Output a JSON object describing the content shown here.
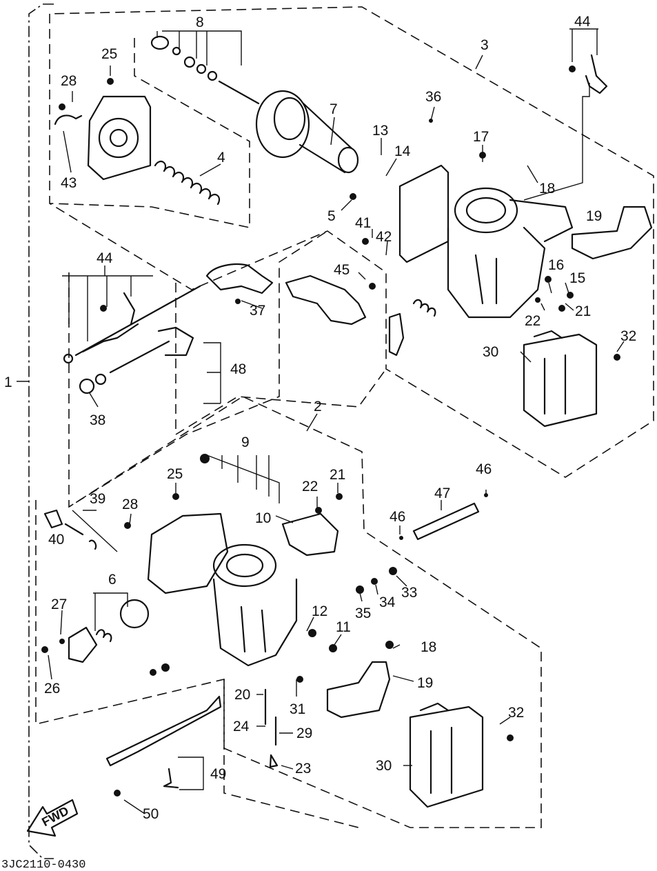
{
  "diagram": {
    "drawing_code": "3JC2110-0430",
    "direction_arrow": "FWD",
    "labels": [
      "1",
      "2",
      "3",
      "4",
      "5",
      "6",
      "7",
      "8",
      "9",
      "10",
      "11",
      "12",
      "13",
      "14",
      "15",
      "16",
      "17",
      "18",
      "18",
      "19",
      "19",
      "20",
      "21",
      "21",
      "22",
      "22",
      "23",
      "24",
      "25",
      "25",
      "26",
      "27",
      "28",
      "28",
      "29",
      "30",
      "30",
      "31",
      "32",
      "32",
      "33",
      "34",
      "35",
      "36",
      "37",
      "38",
      "39",
      "40",
      "41",
      "42",
      "43",
      "44",
      "44",
      "45",
      "46",
      "46",
      "47",
      "48",
      "49",
      "50"
    ]
  }
}
